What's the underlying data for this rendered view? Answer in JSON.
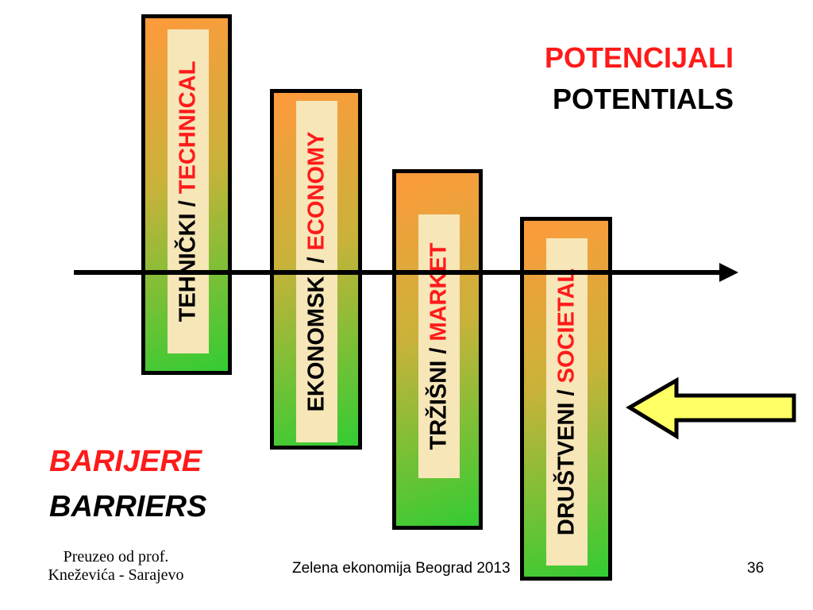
{
  "title": {
    "line1": "POTENCIJALI",
    "line2": "POTENTIALS"
  },
  "barriers": {
    "line1": "BARIJERE",
    "line2": "BARRIERS"
  },
  "bars": [
    {
      "local": "TEHNIČKI / ",
      "english": "TECHNICAL"
    },
    {
      "local": "EKONOMSKI / ",
      "english": "ECONOMY"
    },
    {
      "local": "TRŽIŠNI / ",
      "english": "MARKET"
    },
    {
      "local": "DRUŠTVENI / ",
      "english": "SOCIETAL"
    }
  ],
  "credit": {
    "line1": "Preuzeo od prof.",
    "line2": "Kneževića - Sarajevo"
  },
  "footer": {
    "center": "Zelena ekonomija Beograd 2013",
    "page": "36"
  },
  "colors": {
    "red": "#ff1a1a",
    "bar_top": "#ff9a3c",
    "bar_bottom": "#33cc33",
    "arrow_fill": "#ffff66"
  }
}
